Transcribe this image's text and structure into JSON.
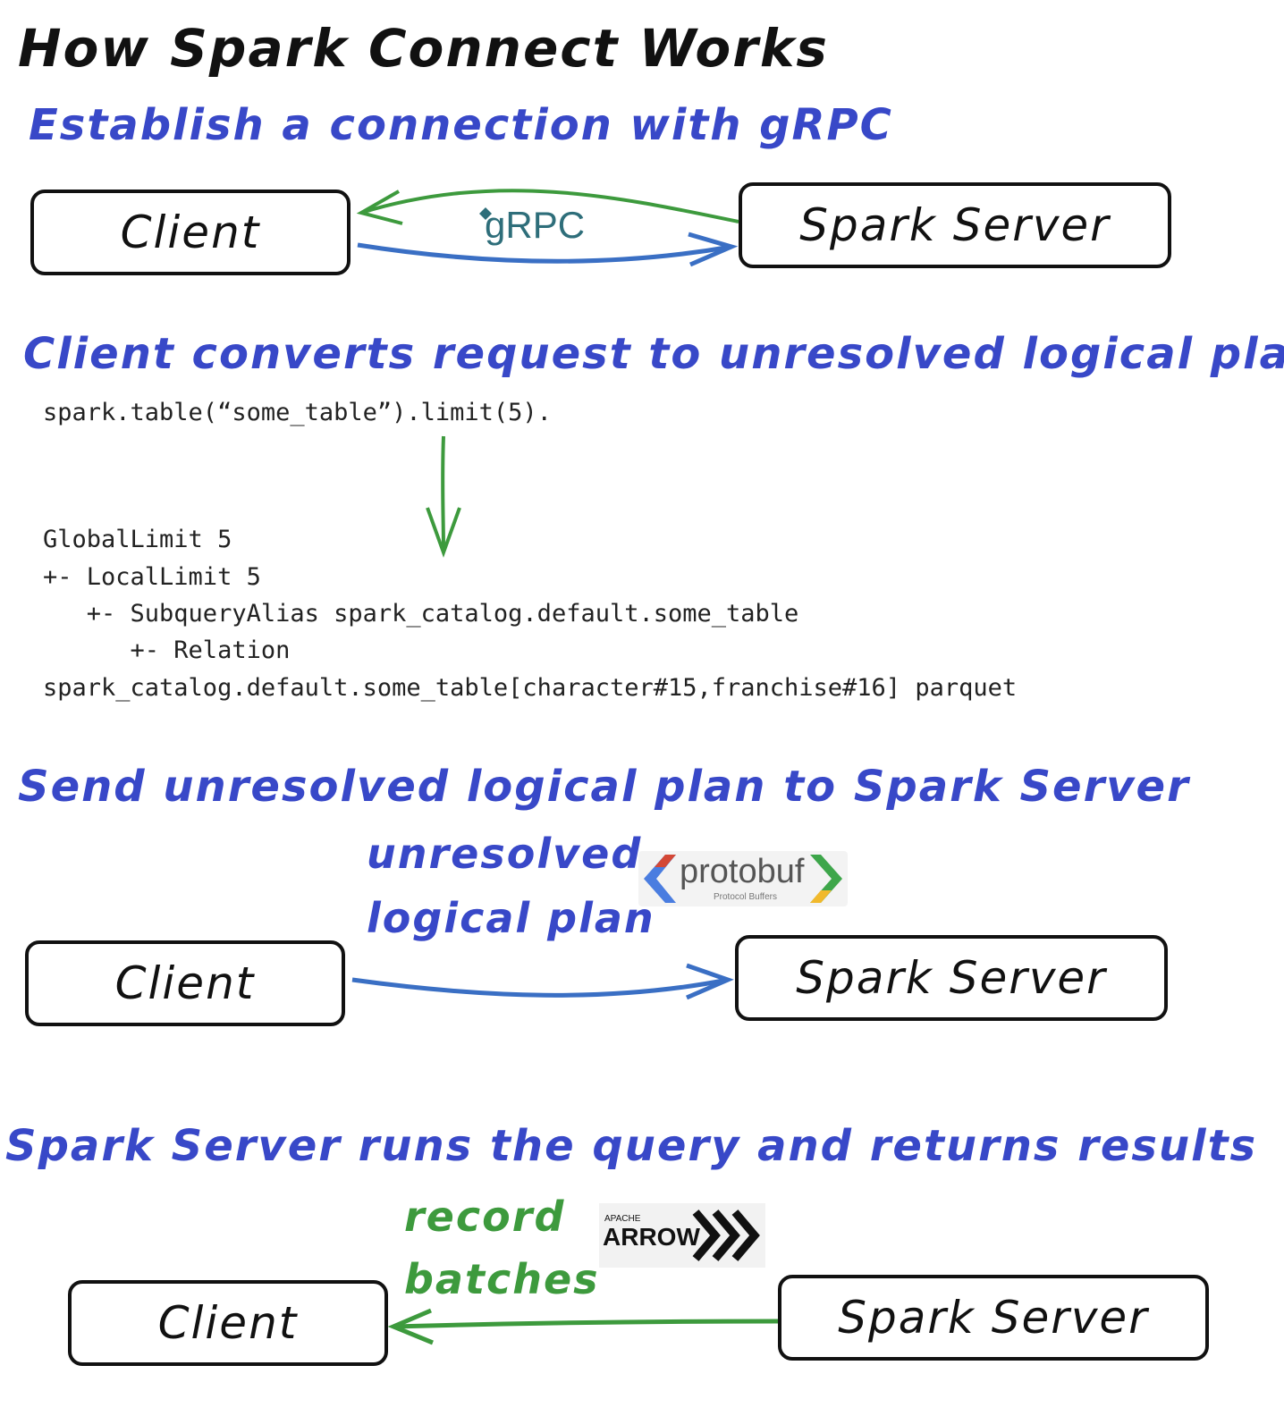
{
  "title": "How Spark Connect Works",
  "sections": {
    "s1": {
      "heading": "Establish a connection with gRPC",
      "client": "Client",
      "server": "Spark Server",
      "logo": "gRPC"
    },
    "s2": {
      "heading": "Client converts request to unresolved logical plan",
      "code_request": "spark.table(“some_table”).limit(5).",
      "plan_lines": [
        "GlobalLimit 5",
        "+- LocalLimit 5",
        "   +- SubqueryAlias spark_catalog.default.some_table",
        "      +- Relation",
        "spark_catalog.default.some_table[character#15,franchise#16] parquet"
      ]
    },
    "s3": {
      "heading": "Send unresolved logical plan to Spark Server",
      "label_line1": "unresolved",
      "label_line2": "logical plan",
      "client": "Client",
      "server": "Spark Server",
      "logo_main": "protobuf",
      "logo_sub": "Protocol Buffers"
    },
    "s4": {
      "heading": "Spark Server runs the query and returns results",
      "label_line1": "record",
      "label_line2": "batches",
      "client": "Client",
      "server": "Spark Server",
      "logo_top": "APACHE",
      "logo_main": "ARROW"
    }
  },
  "colors": {
    "blue": "#3848c8",
    "green": "#3d9a3d",
    "arrow_blue": "#3a6fc4",
    "black": "#111111"
  },
  "icons": [
    "grpc-logo-icon",
    "protobuf-logo-icon",
    "apache-arrow-logo-icon"
  ]
}
